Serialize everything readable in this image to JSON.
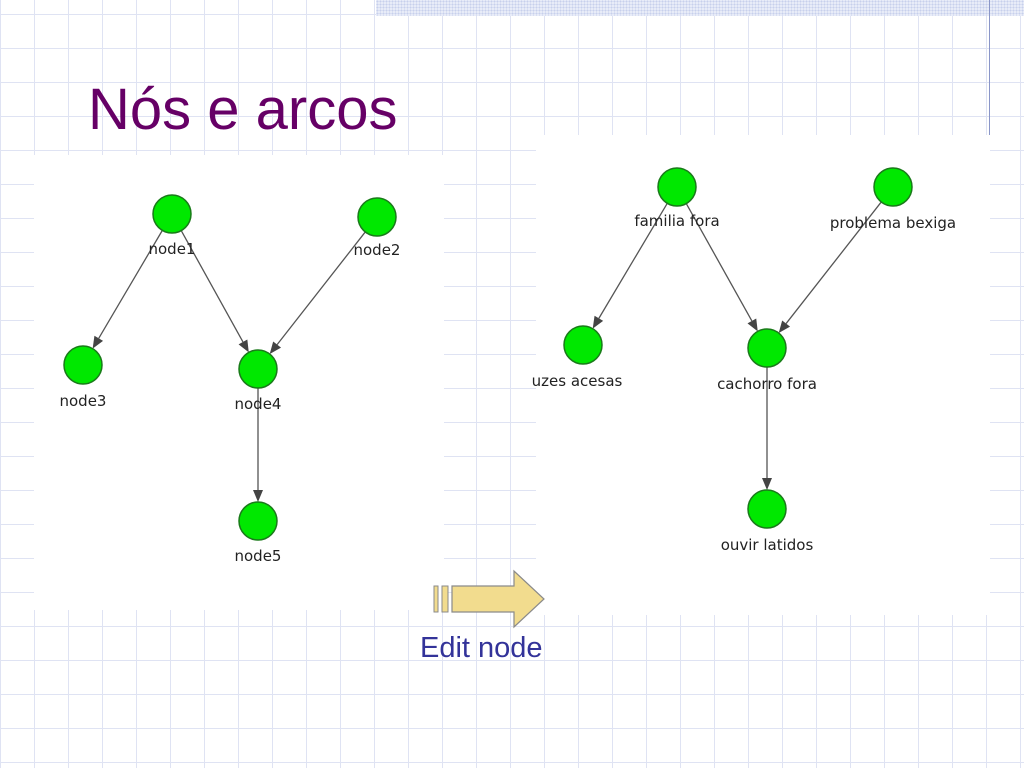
{
  "slide": {
    "title": "Nós e arcos",
    "caption": "Edit node"
  },
  "colors": {
    "title": "#660066",
    "caption": "#333399",
    "node_fill": "#00e800",
    "node_stroke": "#1a7a1a",
    "edge": "#555555",
    "arrow_fill": "#f2dc8e",
    "grid": "#dfe3f3"
  },
  "icons": [
    "edit-node-arrow-icon"
  ],
  "diagrams": [
    {
      "name": "before",
      "nodes": [
        {
          "id": "n1",
          "label": "node1"
        },
        {
          "id": "n2",
          "label": "node2"
        },
        {
          "id": "n3",
          "label": "node3"
        },
        {
          "id": "n4",
          "label": "node4"
        },
        {
          "id": "n5",
          "label": "node5"
        }
      ],
      "edges": [
        {
          "from": "n1",
          "to": "n3"
        },
        {
          "from": "n1",
          "to": "n4"
        },
        {
          "from": "n2",
          "to": "n4"
        },
        {
          "from": "n4",
          "to": "n5"
        }
      ]
    },
    {
      "name": "after",
      "nodes": [
        {
          "id": "m1",
          "label": "familia fora"
        },
        {
          "id": "m2",
          "label": "problema bexiga"
        },
        {
          "id": "m3",
          "label": "uzes acesas"
        },
        {
          "id": "m4",
          "label": "cachorro fora"
        },
        {
          "id": "m5",
          "label": "ouvir latidos"
        }
      ],
      "edges": [
        {
          "from": "m1",
          "to": "m3"
        },
        {
          "from": "m1",
          "to": "m4"
        },
        {
          "from": "m2",
          "to": "m4"
        },
        {
          "from": "m4",
          "to": "m5"
        }
      ]
    }
  ]
}
